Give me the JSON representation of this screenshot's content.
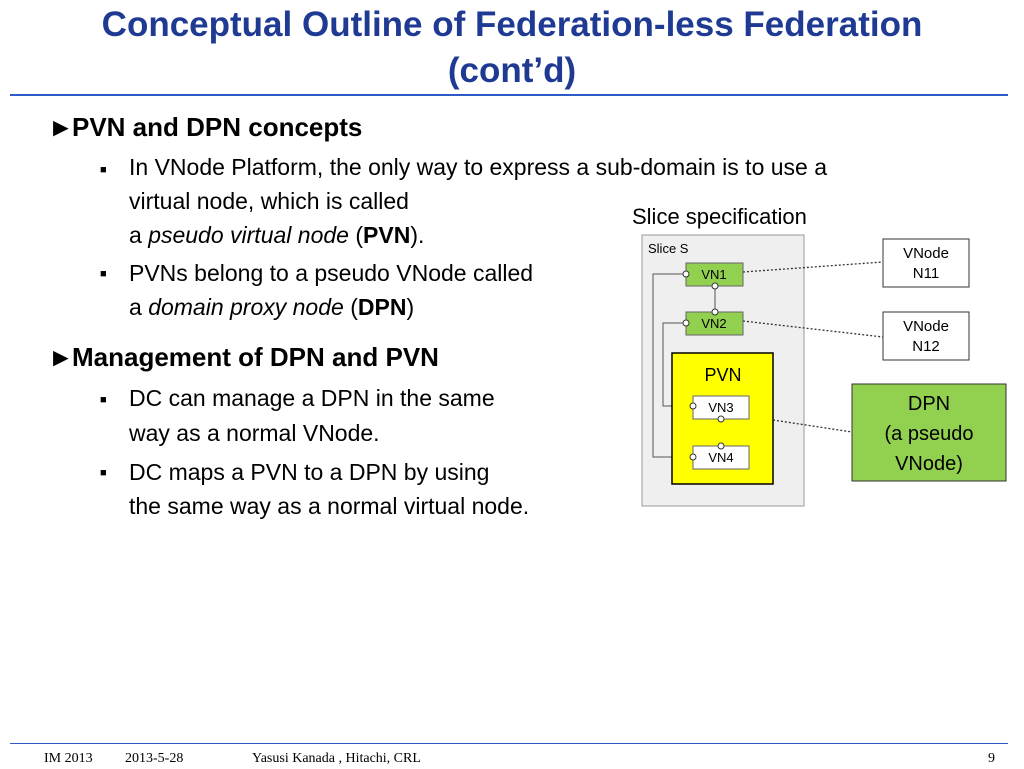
{
  "title": {
    "line1": "Conceptual Outline of Federation-less Federation",
    "line2": "(cont’d)"
  },
  "section1": {
    "marker": "►",
    "heading": "PVN and DPN concepts",
    "bullets": [
      {
        "marker": "■",
        "l1": "In VNode Platform, the only way to express a sub-domain is to use a",
        "l2": "virtual node, which is called",
        "l3_prefix": "a ",
        "l3_em": "pseudo virtual node",
        "l3_open": " (",
        "l3_bold": "PVN",
        "l3_close": ")."
      },
      {
        "marker": "■",
        "l1": "PVNs belong to a pseudo VNode called",
        "l2_prefix": "a ",
        "l2_em": "domain proxy node",
        "l2_open": " (",
        "l2_bold": "DPN",
        "l2_close": ")"
      }
    ]
  },
  "section2": {
    "marker": "►",
    "heading": "Management of DPN and PVN",
    "bullets": [
      {
        "marker": "■",
        "l1": "DC can manage a DPN in the same",
        "l2": "way as a normal VNode."
      },
      {
        "marker": "■",
        "l1": "DC maps a PVN to a DPN by using",
        "l2": "the same way as a normal virtual node."
      }
    ]
  },
  "diagram": {
    "spec_label": "Slice specification",
    "slice_label": "Slice S",
    "vn1": "VN1",
    "vn2": "VN2",
    "pvn": "PVN",
    "vn3": "VN3",
    "vn4": "VN4",
    "vnode_n11": {
      "l1": "VNode",
      "l2": "N11"
    },
    "vnode_n12": {
      "l1": "VNode",
      "l2": "N12"
    },
    "dpn": {
      "l1": "DPN",
      "l2": "(a pseudo",
      "l3": "VNode)"
    },
    "colors": {
      "slice_bg": "#efefef",
      "vn_green": "#92d050",
      "pvn_yellow": "#ffff00",
      "dpn_green": "#92d050",
      "title_blue": "#1f3a93",
      "rule_blue": "#2e5bc8"
    }
  },
  "footer": {
    "conf": "IM 2013",
    "date": "2013-5-28",
    "author": "Yasusi Kanada , Hitachi, CRL",
    "page": "9"
  }
}
